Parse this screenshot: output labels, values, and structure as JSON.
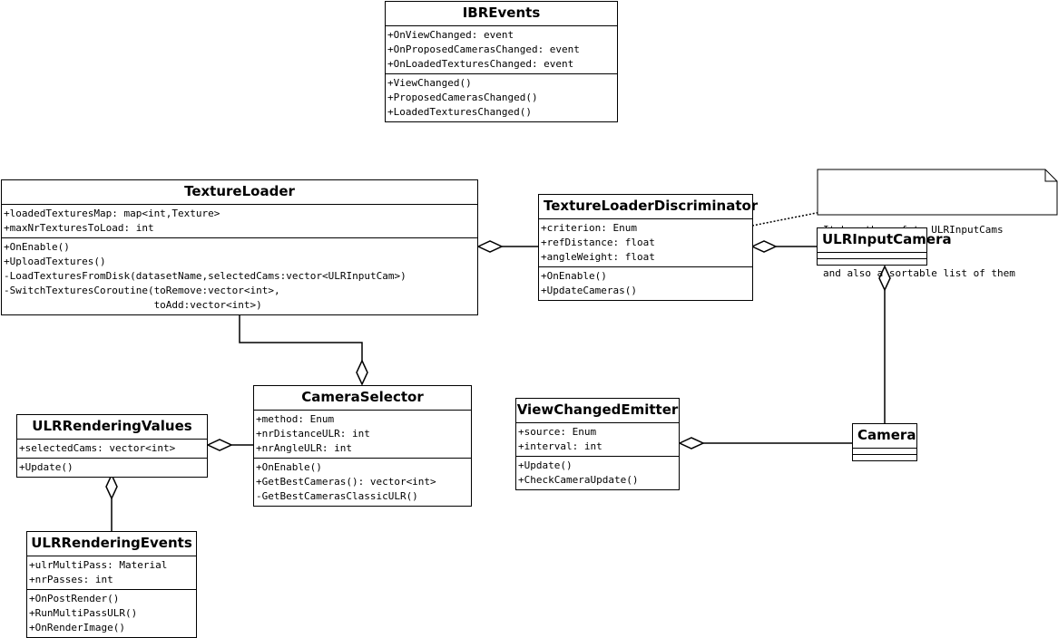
{
  "classes": {
    "ibr_events": {
      "name": "IBREvents",
      "attributes": [
        "+OnViewChanged: event",
        "+OnProposedCamerasChanged: event",
        "+OnLoadedTexturesChanged: event"
      ],
      "methods": [
        "+ViewChanged()",
        "+ProposedCamerasChanged()",
        "+LoadedTexturesChanged()"
      ]
    },
    "texture_loader": {
      "name": "TextureLoader",
      "attributes": [
        "+loadedTexturesMap: map<int,Texture>",
        "+maxNrTexturesToLoad: int"
      ],
      "methods": [
        "+OnEnable()",
        "+UploadTextures()",
        "-LoadTexturesFromDisk(datasetName,selectedCams:vector<ULRInputCam>)",
        "-SwitchTexturesCoroutine(toRemove:vector<int>,",
        "                         toAdd:vector<int>)"
      ]
    },
    "texture_loader_discriminator": {
      "name": "TextureLoaderDiscriminator",
      "attributes": [
        "+criterion: Enum",
        "+refDistance: float",
        "+angleWeight: float"
      ],
      "methods": [
        "+OnEnable()",
        "+UpdateCameras()"
      ]
    },
    "ulr_input_camera": {
      "name": "ULRInputCamera",
      "attributes": [],
      "methods": []
    },
    "camera_selector": {
      "name": "CameraSelector",
      "attributes": [
        "+method: Enum",
        "+nrDistanceULR: int",
        "+nrAngleULR: int"
      ],
      "methods": [
        "+OnEnable()",
        "+GetBestCameras(): vector<int>",
        "-GetBestCamerasClassicULR()"
      ]
    },
    "ulr_rendering_values": {
      "name": "ULRRenderingValues",
      "attributes": [
        "+selectedCams: vector<int>"
      ],
      "methods": [
        "+Update()"
      ]
    },
    "ulr_rendering_events": {
      "name": "ULRRenderingEvents",
      "attributes": [
        "+ulrMultiPass: Material",
        "+nrPasses: int"
      ],
      "methods": [
        "+OnPostRender()",
        "+RunMultiPassULR()",
        "+OnRenderImage()"
      ]
    },
    "view_changed_emitter": {
      "name": "ViewChangedEmitter",
      "attributes": [
        "+source: Enum",
        "+interval: int"
      ],
      "methods": [
        "+Update()",
        "+CheckCameraUpdate()"
      ]
    },
    "camera": {
      "name": "Camera",
      "attributes": [],
      "methods": []
    }
  },
  "note": {
    "lines": [
      "It has the ref to ULRInputCams",
      "and also a sortable list of them"
    ]
  },
  "relationships": [
    {
      "whole": "texture_loader",
      "part": "texture_loader_discriminator",
      "type": "aggregation"
    },
    {
      "whole": "texture_loader_discriminator",
      "part": "ulr_input_camera",
      "type": "aggregation"
    },
    {
      "whole": "ulr_input_camera",
      "part": "camera",
      "type": "aggregation"
    },
    {
      "whole": "camera_selector",
      "part": "texture_loader",
      "type": "aggregation"
    },
    {
      "whole": "ulr_rendering_values",
      "part": "camera_selector",
      "type": "aggregation"
    },
    {
      "whole": "ulr_rendering_values",
      "part": "ulr_rendering_events",
      "type": "aggregation"
    },
    {
      "whole": "view_changed_emitter",
      "part": "camera",
      "type": "aggregation"
    }
  ]
}
